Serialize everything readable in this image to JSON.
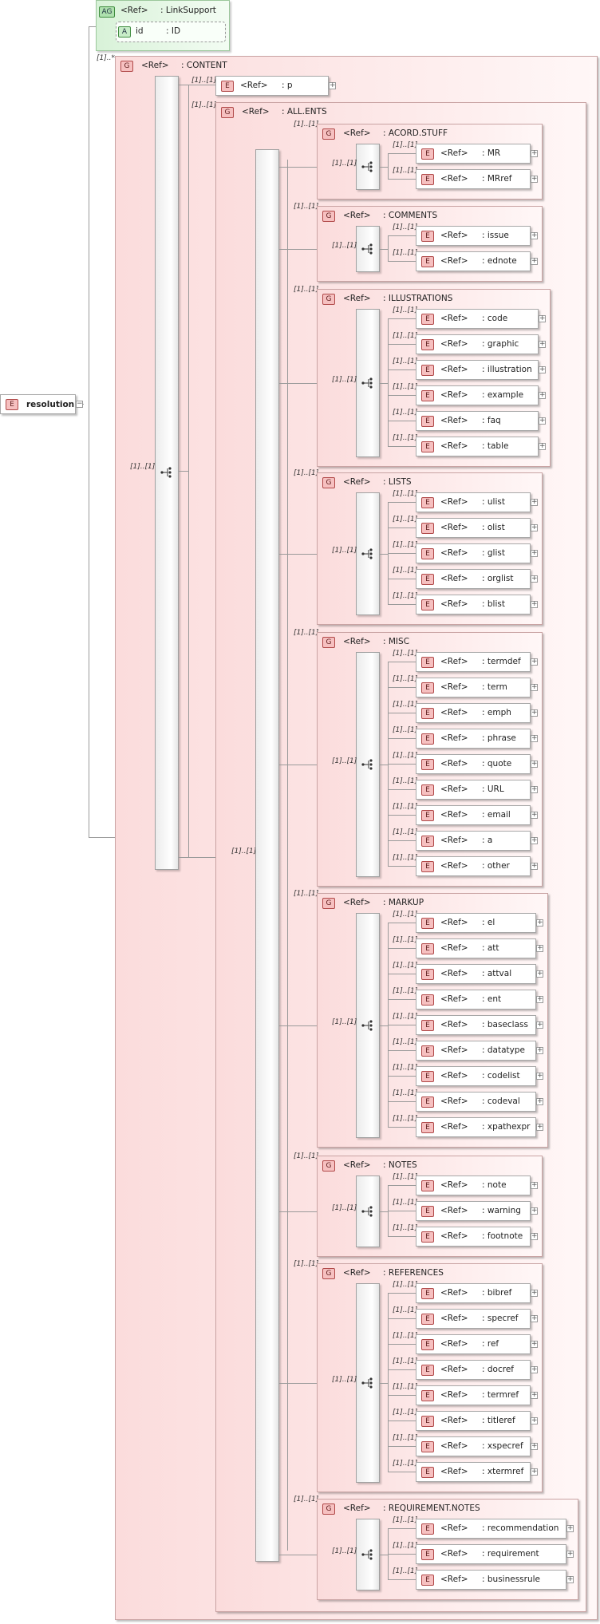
{
  "root": {
    "kind": "E",
    "name": "resolution"
  },
  "attribute_group": {
    "kind": "AG",
    "ref": "<Ref>",
    "name": ": LinkSupport",
    "attribute": {
      "kind": "A",
      "name": "id",
      "type": ": ID"
    }
  },
  "root_cardinality": "[1]..*",
  "content_group": {
    "kind": "G",
    "ref": "<Ref>",
    "name": ": CONTENT",
    "seq_card": "[1]..[1]"
  },
  "p_element": {
    "card": "[1]..[1]",
    "kind": "E",
    "ref": "<Ref>",
    "name": ": p"
  },
  "allents": {
    "card": "[1]..[1]",
    "kind": "G",
    "ref": "<Ref>",
    "name": ": ALL.ENTS",
    "seq_card": "[1]..[1]"
  },
  "groups": [
    {
      "id": "acord",
      "card": "[1]..[1]",
      "kind": "G",
      "ref": "<Ref>",
      "name": ": ACORD.STUFF",
      "seq_card": "[1]..[1]",
      "items": [
        {
          "card": "[1]..[1]",
          "kind": "E",
          "ref": "<Ref>",
          "name": ": MR"
        },
        {
          "card": "[1]..[1]",
          "kind": "E",
          "ref": "<Ref>",
          "name": ": MRref"
        }
      ]
    },
    {
      "id": "comments",
      "card": "[1]..[1]",
      "kind": "G",
      "ref": "<Ref>",
      "name": ": COMMENTS",
      "seq_card": "[1]..[1]",
      "items": [
        {
          "card": "[1]..[1]",
          "kind": "E",
          "ref": "<Ref>",
          "name": ": issue"
        },
        {
          "card": "[1]..[1]",
          "kind": "E",
          "ref": "<Ref>",
          "name": ": ednote"
        }
      ]
    },
    {
      "id": "illustrations",
      "card": "[1]..[1]",
      "kind": "G",
      "ref": "<Ref>",
      "name": ": ILLUSTRATIONS",
      "seq_card": "[1]..[1]",
      "items": [
        {
          "card": "[1]..[1]",
          "kind": "E",
          "ref": "<Ref>",
          "name": ": code"
        },
        {
          "card": "[1]..[1]",
          "kind": "E",
          "ref": "<Ref>",
          "name": ": graphic"
        },
        {
          "card": "[1]..[1]",
          "kind": "E",
          "ref": "<Ref>",
          "name": ": illustration"
        },
        {
          "card": "[1]..[1]",
          "kind": "E",
          "ref": "<Ref>",
          "name": ": example"
        },
        {
          "card": "[1]..[1]",
          "kind": "E",
          "ref": "<Ref>",
          "name": ": faq"
        },
        {
          "card": "[1]..[1]",
          "kind": "E",
          "ref": "<Ref>",
          "name": ": table"
        }
      ]
    },
    {
      "id": "lists",
      "card": "[1]..[1]",
      "kind": "G",
      "ref": "<Ref>",
      "name": ": LISTS",
      "seq_card": "[1]..[1]",
      "items": [
        {
          "card": "[1]..[1]",
          "kind": "E",
          "ref": "<Ref>",
          "name": ": ulist"
        },
        {
          "card": "[1]..[1]",
          "kind": "E",
          "ref": "<Ref>",
          "name": ": olist"
        },
        {
          "card": "[1]..[1]",
          "kind": "E",
          "ref": "<Ref>",
          "name": ": glist"
        },
        {
          "card": "[1]..[1]",
          "kind": "E",
          "ref": "<Ref>",
          "name": ": orglist"
        },
        {
          "card": "[1]..[1]",
          "kind": "E",
          "ref": "<Ref>",
          "name": ": blist"
        }
      ]
    },
    {
      "id": "misc",
      "card": "[1]..[1]",
      "kind": "G",
      "ref": "<Ref>",
      "name": ": MISC",
      "seq_card": "[1]..[1]",
      "items": [
        {
          "card": "[1]..[1]",
          "kind": "E",
          "ref": "<Ref>",
          "name": ": termdef"
        },
        {
          "card": "[1]..[1]",
          "kind": "E",
          "ref": "<Ref>",
          "name": ": term"
        },
        {
          "card": "[1]..[1]",
          "kind": "E",
          "ref": "<Ref>",
          "name": ": emph"
        },
        {
          "card": "[1]..[1]",
          "kind": "E",
          "ref": "<Ref>",
          "name": ": phrase"
        },
        {
          "card": "[1]..[1]",
          "kind": "E",
          "ref": "<Ref>",
          "name": ": quote"
        },
        {
          "card": "[1]..[1]",
          "kind": "E",
          "ref": "<Ref>",
          "name": ": URL"
        },
        {
          "card": "[1]..[1]",
          "kind": "E",
          "ref": "<Ref>",
          "name": ": email"
        },
        {
          "card": "[1]..[1]",
          "kind": "E",
          "ref": "<Ref>",
          "name": ": a"
        },
        {
          "card": "[1]..[1]",
          "kind": "E",
          "ref": "<Ref>",
          "name": ": other"
        }
      ]
    },
    {
      "id": "markup",
      "card": "[1]..[1]",
      "kind": "G",
      "ref": "<Ref>",
      "name": ": MARKUP",
      "seq_card": "[1]..[1]",
      "items": [
        {
          "card": "[1]..[1]",
          "kind": "E",
          "ref": "<Ref>",
          "name": ": el"
        },
        {
          "card": "[1]..[1]",
          "kind": "E",
          "ref": "<Ref>",
          "name": ": att"
        },
        {
          "card": "[1]..[1]",
          "kind": "E",
          "ref": "<Ref>",
          "name": ": attval"
        },
        {
          "card": "[1]..[1]",
          "kind": "E",
          "ref": "<Ref>",
          "name": ": ent"
        },
        {
          "card": "[1]..[1]",
          "kind": "E",
          "ref": "<Ref>",
          "name": ": baseclass"
        },
        {
          "card": "[1]..[1]",
          "kind": "E",
          "ref": "<Ref>",
          "name": ": datatype"
        },
        {
          "card": "[1]..[1]",
          "kind": "E",
          "ref": "<Ref>",
          "name": ": codelist"
        },
        {
          "card": "[1]..[1]",
          "kind": "E",
          "ref": "<Ref>",
          "name": ": codeval"
        },
        {
          "card": "[1]..[1]",
          "kind": "E",
          "ref": "<Ref>",
          "name": ": xpathexpr"
        }
      ]
    },
    {
      "id": "notes",
      "card": "[1]..[1]",
      "kind": "G",
      "ref": "<Ref>",
      "name": ": NOTES",
      "seq_card": "[1]..[1]",
      "items": [
        {
          "card": "[1]..[1]",
          "kind": "E",
          "ref": "<Ref>",
          "name": ": note"
        },
        {
          "card": "[1]..[1]",
          "kind": "E",
          "ref": "<Ref>",
          "name": ": warning"
        },
        {
          "card": "[1]..[1]",
          "kind": "E",
          "ref": "<Ref>",
          "name": ": footnote"
        }
      ]
    },
    {
      "id": "references",
      "card": "[1]..[1]",
      "kind": "G",
      "ref": "<Ref>",
      "name": ": REFERENCES",
      "seq_card": "[1]..[1]",
      "items": [
        {
          "card": "[1]..[1]",
          "kind": "E",
          "ref": "<Ref>",
          "name": ": bibref"
        },
        {
          "card": "[1]..[1]",
          "kind": "E",
          "ref": "<Ref>",
          "name": ": specref"
        },
        {
          "card": "[1]..[1]",
          "kind": "E",
          "ref": "<Ref>",
          "name": ": ref"
        },
        {
          "card": "[1]..[1]",
          "kind": "E",
          "ref": "<Ref>",
          "name": ": docref"
        },
        {
          "card": "[1]..[1]",
          "kind": "E",
          "ref": "<Ref>",
          "name": ": termref"
        },
        {
          "card": "[1]..[1]",
          "kind": "E",
          "ref": "<Ref>",
          "name": ": titleref"
        },
        {
          "card": "[1]..[1]",
          "kind": "E",
          "ref": "<Ref>",
          "name": ": xspecref"
        },
        {
          "card": "[1]..[1]",
          "kind": "E",
          "ref": "<Ref>",
          "name": ": xtermref"
        }
      ]
    },
    {
      "id": "reqnotes",
      "card": "[1]..[1]",
      "kind": "G",
      "ref": "<Ref>",
      "name": ": REQUIREMENT.NOTES",
      "seq_card": "[1]..[1]",
      "items": [
        {
          "card": "[1]..[1]",
          "kind": "E",
          "ref": "<Ref>",
          "name": ": recommendation"
        },
        {
          "card": "[1]..[1]",
          "kind": "E",
          "ref": "<Ref>",
          "name": ": requirement"
        },
        {
          "card": "[1]..[1]",
          "kind": "E",
          "ref": "<Ref>",
          "name": ": businessrule"
        }
      ]
    }
  ]
}
